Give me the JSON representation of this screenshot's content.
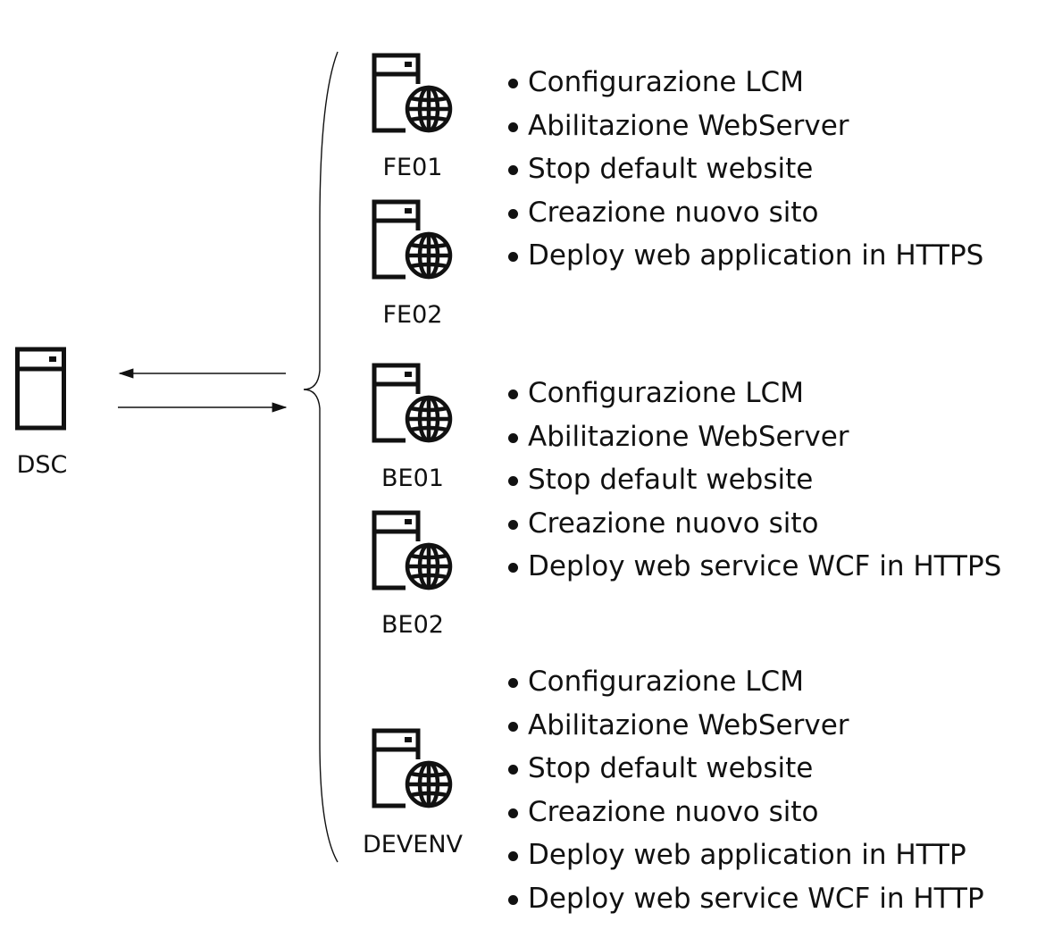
{
  "dsc": {
    "label": "DSC",
    "icon": "server-icon"
  },
  "groups": [
    {
      "servers": [
        {
          "label": "FE01",
          "icon": "web-server-icon"
        },
        {
          "label": "FE02",
          "icon": "web-server-icon"
        }
      ],
      "tasks": [
        "Configurazione LCM",
        "Abilitazione WebServer",
        "Stop default website",
        "Creazione nuovo sito",
        "Deploy web application in HTTPS"
      ]
    },
    {
      "servers": [
        {
          "label": "BE01",
          "icon": "web-server-icon"
        },
        {
          "label": "BE02",
          "icon": "web-server-icon"
        }
      ],
      "tasks": [
        "Configurazione LCM",
        "Abilitazione WebServer",
        "Stop default website",
        "Creazione nuovo sito",
        "Deploy web service WCF in HTTPS"
      ]
    },
    {
      "servers": [
        {
          "label": "DEVENV",
          "icon": "web-server-icon"
        }
      ],
      "tasks": [
        "Configurazione LCM",
        "Abilitazione WebServer",
        "Stop default website",
        "Creazione nuovo sito",
        "Deploy web application in HTTP",
        "Deploy web service WCF in HTTP"
      ]
    }
  ]
}
